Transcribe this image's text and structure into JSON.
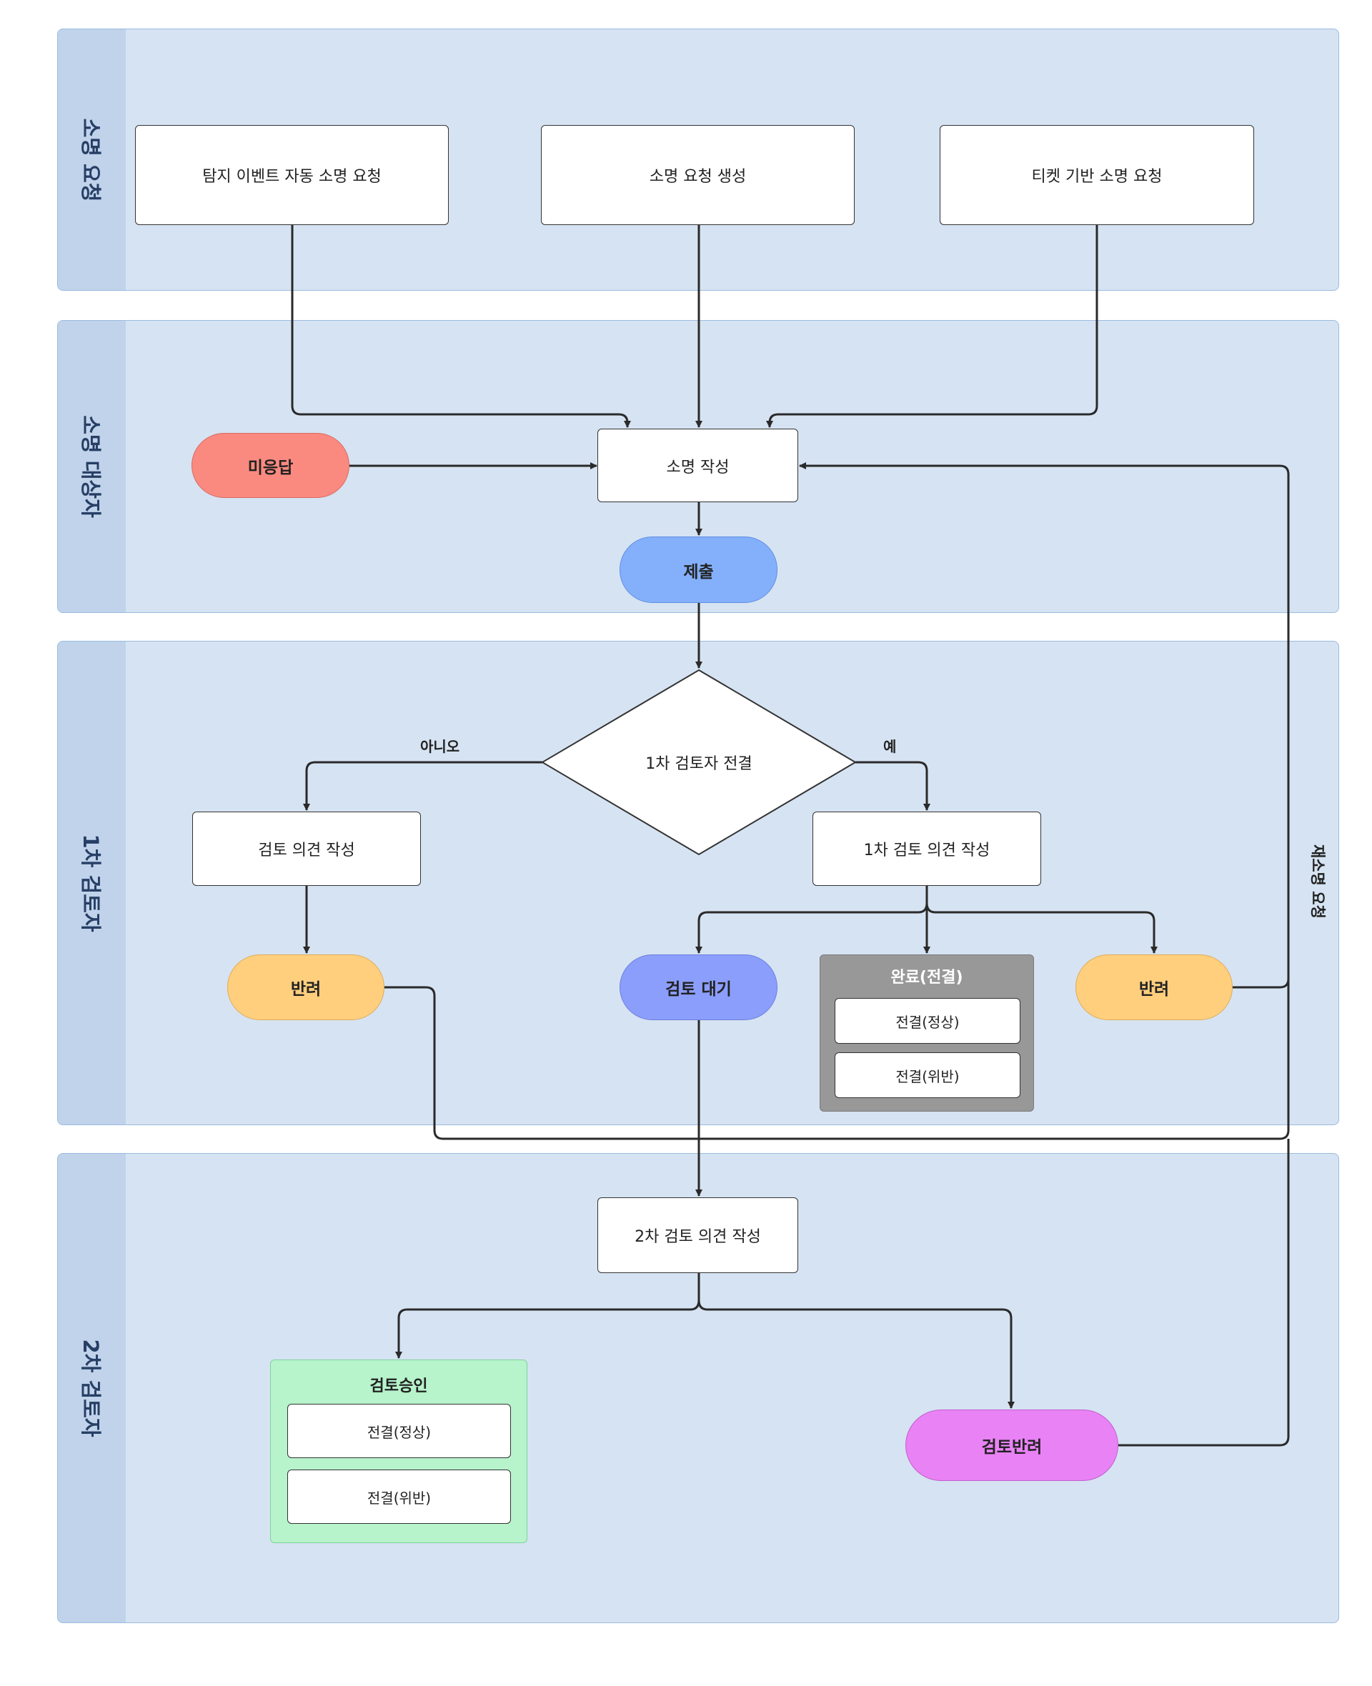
{
  "lanes": {
    "request": "소명 요청",
    "target": "소명 대상자",
    "reviewer1": "1차 검토자",
    "reviewer2": "2차 검토자"
  },
  "nodes": {
    "detect_request": "탐지 이벤트 자동 소명 요청",
    "create_request": "소명 요청 생성",
    "ticket_request": "티켓 기반 소명 요청",
    "no_response": "미응답",
    "write_explanation": "소명 작성",
    "submit": "제출",
    "decision": "1차 검토자 전결",
    "review_opinion": "검토 의견 작성",
    "review1_opinion": "1차 검토 의견 작성",
    "return_left": "반려",
    "pending_review": "검토 대기",
    "return_right": "반려",
    "review2_opinion": "2차 검토 의견 작성",
    "review_reject": "검토반려"
  },
  "groups": {
    "complete": {
      "title": "완료(전결)",
      "items": [
        "전결(정상)",
        "전결(위반)"
      ]
    },
    "approval": {
      "title": "검토승인",
      "items": [
        "전결(정상)",
        "전결(위반)"
      ]
    }
  },
  "edge_labels": {
    "no": "아니오",
    "yes": "예",
    "re_request": "재소명 요청"
  },
  "colors": {
    "lane_bg": "#d6e3f2",
    "lane_head": "#c0d3ea",
    "no_response": "#fa8a80",
    "submit": "#84b0fb",
    "return": "#ffcf7e",
    "pending": "#8b9efb",
    "complete_group": "#989898",
    "approval_group": "#b7f3cb",
    "review_reject": "#e982f5"
  }
}
